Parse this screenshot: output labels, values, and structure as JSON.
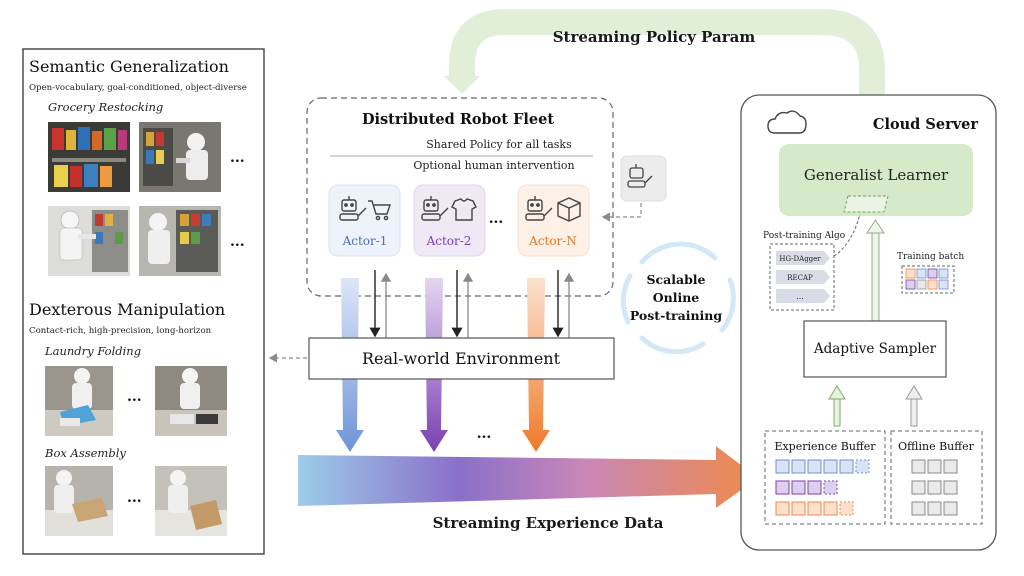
{
  "left_panel": {
    "semantic": {
      "title": "Semantic Generalization",
      "subtitle": "Open-vocabulary, goal-conditioned, object-diverse",
      "task": "Grocery Restocking"
    },
    "dexterous": {
      "title": "Dexterous Manipulation",
      "subtitle": "Contact-rich, high-precision, long-horizon",
      "task1": "Laundry Folding",
      "task2": "Box Assembly"
    },
    "ellipsis": "..."
  },
  "top_arrow_label": "Streaming Policy Param",
  "fleet": {
    "title": "Distributed Robot Fleet",
    "shared": "Shared Policy for all tasks",
    "optional": "Optional human intervention",
    "actors": [
      {
        "label": "Actor-1",
        "color": "#4a6fb5"
      },
      {
        "label": "Actor-2",
        "color": "#7a3fb0"
      },
      {
        "label": "Actor-N",
        "color": "#e07a2b"
      }
    ],
    "ellipsis": "..."
  },
  "environment": "Real-world Environment",
  "scalable": [
    "Scalable",
    "Online",
    "Post-training"
  ],
  "streaming_data": "Streaming Experience Data",
  "bottom_ellipsis": "...",
  "cloud": {
    "title": "Cloud Server",
    "learner": "Generalist Learner",
    "algo_title": "Post-training Algo",
    "algos": [
      "HG-DAgger",
      "RECAP",
      "..."
    ],
    "batch_title": "Training batch",
    "sampler": "Adaptive Sampler",
    "experience": "Experience Buffer",
    "offline": "Offline Buffer"
  },
  "colors": {
    "blue": "#6f8fd0",
    "purple": "#7a3fb0",
    "orange": "#f08a3c",
    "green": "#cfe6c2",
    "gray": "#c9c9c9"
  }
}
